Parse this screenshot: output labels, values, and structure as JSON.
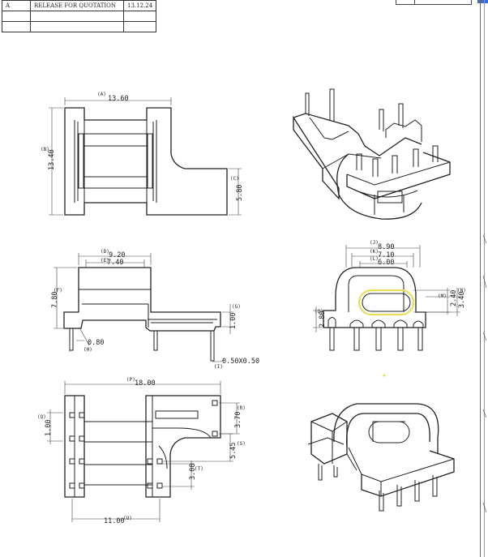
{
  "revision_table": {
    "rows": [
      {
        "rev": "A",
        "description": "RELEASE FOR QUOTATION",
        "date": "13.12.24"
      },
      {
        "rev": "",
        "description": "",
        "date": ""
      },
      {
        "rev": "",
        "description": "",
        "date": ""
      }
    ]
  },
  "top_view": {
    "dim_a": {
      "tag": "(A)",
      "value": "13.60"
    },
    "dim_b": {
      "tag": "(B)",
      "value": "13.40"
    },
    "dim_c": {
      "tag": "(C)",
      "value": "5.80"
    }
  },
  "front_view": {
    "dim_d": {
      "tag": "(D)",
      "value": "9.20"
    },
    "dim_e": {
      "tag": "(E)",
      "value": "7.40"
    },
    "dim_f": {
      "tag": "(F)",
      "value": "7.80"
    },
    "dim_g": {
      "tag": "(G)",
      "value": "1.00"
    },
    "dim_h": {
      "tag": "(H)",
      "value": "0.80"
    },
    "dim_i": {
      "tag": "(I)",
      "value": "0.50X0.50"
    }
  },
  "side_view": {
    "dim_j": {
      "tag": "(J)",
      "value": "8.90"
    },
    "dim_k": {
      "tag": "(K)",
      "value": "7.10"
    },
    "dim_l": {
      "tag": "(L)",
      "value": "6.00"
    },
    "dim_m": {
      "tag": "(M)",
      "value": "2.40"
    },
    "dim_n": {
      "tag": "(N)",
      "value": "3.40"
    },
    "dim_o": {
      "tag": "(O)",
      "value": "2.80"
    }
  },
  "bottom_view": {
    "dim_p": {
      "tag": "(P)",
      "value": "18.00"
    },
    "dim_q": {
      "tag": "(Q)",
      "value": "1.00"
    },
    "dim_r": {
      "tag": "(R)",
      "value": "3.70"
    },
    "dim_s": {
      "tag": "(S)",
      "value": "5.45"
    },
    "dim_t": {
      "tag": "(T)",
      "value": "3.00"
    },
    "dim_u": {
      "tag": "(U)",
      "value": "11.00"
    }
  },
  "colors": {
    "line": "#222222",
    "highlight": "#e8e05a",
    "accent_blue": "#3a6bd6"
  }
}
